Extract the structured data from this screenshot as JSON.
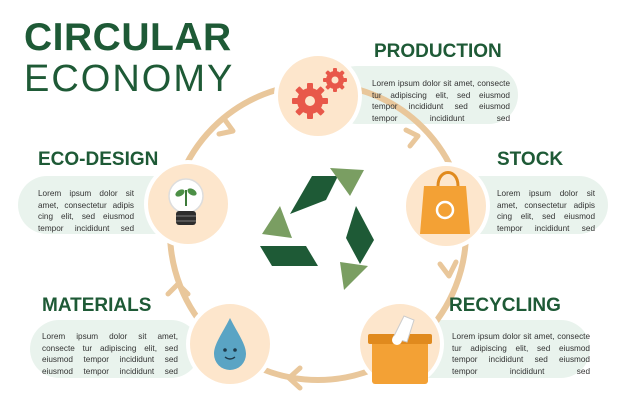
{
  "title": {
    "line1": "CIRCULAR",
    "line2": "ECONOMY"
  },
  "colors": {
    "dark_green": "#1e5a36",
    "light_green": "#7a9e62",
    "ring": "#e9c79b",
    "circle_fill": "#fde6cc",
    "pill": "#e9f3ed",
    "orange": "#f3a135"
  },
  "steps": [
    {
      "id": "production",
      "heading": "PRODUCTION",
      "icon": "gears-icon",
      "text": "Lorem ipsum dolor sit amet, consecte tur adipiscing elit, sed eiusmod tempor incididunt sed eiusmod tempor incididunt sed"
    },
    {
      "id": "stock",
      "heading": "STOCK",
      "icon": "tote-bag-icon",
      "text": "Lorem ipsum dolor sit amet, consectetur adipis cing elit, sed eiusmod tempor incididunt sed"
    },
    {
      "id": "recycling",
      "heading": "RECYCLING",
      "icon": "recycle-bin-icon",
      "text": "Lorem ipsum dolor sit amet, consecte tur adipiscing elit, sed eiusmod tempor incididunt sed eiusmod tempor incididunt sed"
    },
    {
      "id": "materials",
      "heading": "MATERIALS",
      "icon": "water-drop-icon",
      "text": "Lorem ipsum dolor sit amet, consecte tur adipiscing elit, sed eiusmod tempor incididunt sed eiusmod tempor incididunt sed"
    },
    {
      "id": "eco-design",
      "heading": "ECO-DESIGN",
      "icon": "lightbulb-plant-icon",
      "text": "Lorem ipsum dolor sit amet, consectetur adipis cing elit, sed eiusmod tempor incididunt sed"
    }
  ],
  "center_icon": "recycle-symbol-icon"
}
